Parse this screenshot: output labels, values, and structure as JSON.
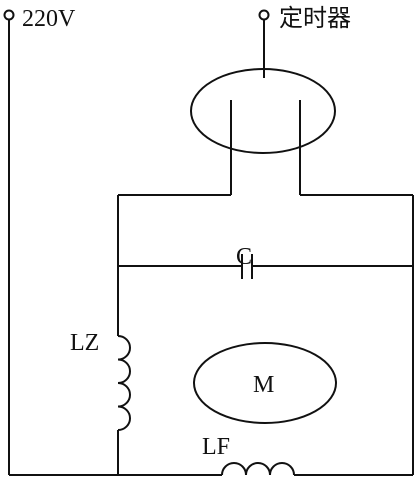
{
  "labels": {
    "supply": "220V",
    "timer": "定时器",
    "capacitor": "C",
    "main_coil": "LZ",
    "motor": "M",
    "aux_coil": "LF"
  }
}
